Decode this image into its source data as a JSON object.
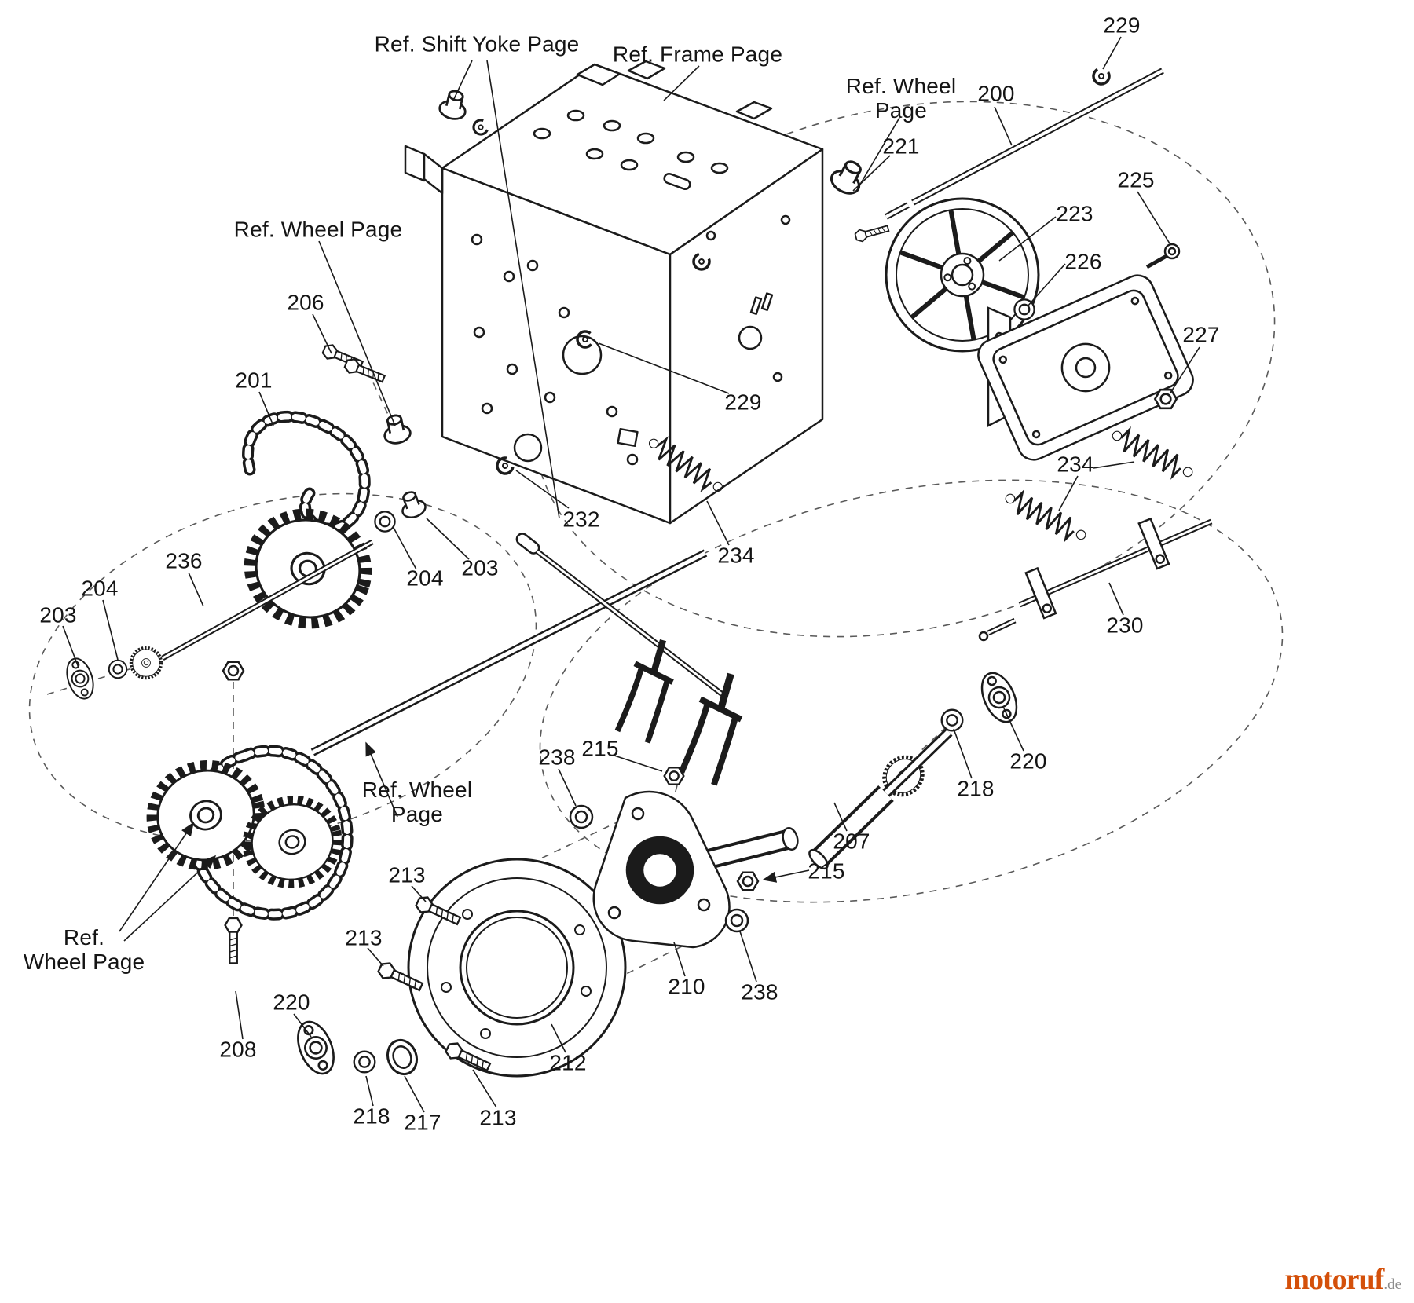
{
  "page": {
    "background": "#ffffff"
  },
  "diagram": {
    "kind": "exploded-parts-diagram",
    "subject": "Drive system exploded view with numbered parts and reference-page callouts",
    "line_color": "#1b1b1b"
  },
  "labels": [
    {
      "name": "ref-shift-yoke-page",
      "text": "Ref. Shift Yoke Page"
    },
    {
      "name": "ref-frame-page",
      "text": "Ref. Frame Page"
    },
    {
      "name": "ref-wheel-page-top-right",
      "text": "Ref. Wheel\nPage"
    },
    {
      "name": "part-200",
      "text": "200"
    },
    {
      "name": "part-229-top",
      "text": "229"
    },
    {
      "name": "part-221",
      "text": "221"
    },
    {
      "name": "part-225",
      "text": "225"
    },
    {
      "name": "part-223",
      "text": "223"
    },
    {
      "name": "part-226",
      "text": "226"
    },
    {
      "name": "part-227",
      "text": "227"
    },
    {
      "name": "part-206",
      "text": "206"
    },
    {
      "name": "part-201",
      "text": "201"
    },
    {
      "name": "ref-wheel-page-left",
      "text": "Ref. Wheel Page"
    },
    {
      "name": "part-229-mid",
      "text": "229"
    },
    {
      "name": "part-232",
      "text": "232"
    },
    {
      "name": "part-234-mid",
      "text": "234"
    },
    {
      "name": "part-234-right",
      "text": "234"
    },
    {
      "name": "part-203-mid",
      "text": "203"
    },
    {
      "name": "part-204-mid",
      "text": "204"
    },
    {
      "name": "part-236",
      "text": "236"
    },
    {
      "name": "part-204-left",
      "text": "204"
    },
    {
      "name": "part-203-left",
      "text": "203"
    },
    {
      "name": "part-230",
      "text": "230"
    },
    {
      "name": "part-220-right",
      "text": "220"
    },
    {
      "name": "part-218-right",
      "text": "218"
    },
    {
      "name": "part-238-upper",
      "text": "238"
    },
    {
      "name": "part-215-upper",
      "text": "215"
    },
    {
      "name": "part-207",
      "text": "207"
    },
    {
      "name": "part-215-lower",
      "text": "215"
    },
    {
      "name": "ref-wheel-page-center",
      "text": "Ref. Wheel\nPage"
    },
    {
      "name": "ref-wheel-page-bottom-left",
      "text": "Ref.\nWheel Page"
    },
    {
      "name": "part-213-a",
      "text": "213"
    },
    {
      "name": "part-213-b",
      "text": "213"
    },
    {
      "name": "part-210",
      "text": "210"
    },
    {
      "name": "part-238-lower",
      "text": "238"
    },
    {
      "name": "part-220-bottom",
      "text": "220"
    },
    {
      "name": "part-208",
      "text": "208"
    },
    {
      "name": "part-218-bottom",
      "text": "218"
    },
    {
      "name": "part-217",
      "text": "217"
    },
    {
      "name": "part-213-c",
      "text": "213"
    },
    {
      "name": "part-212",
      "text": "212"
    }
  ],
  "watermark": {
    "brand": "motoruf",
    "tld": ".de",
    "brand_color": "#d4500a",
    "tld_color": "#8d8d8d"
  }
}
